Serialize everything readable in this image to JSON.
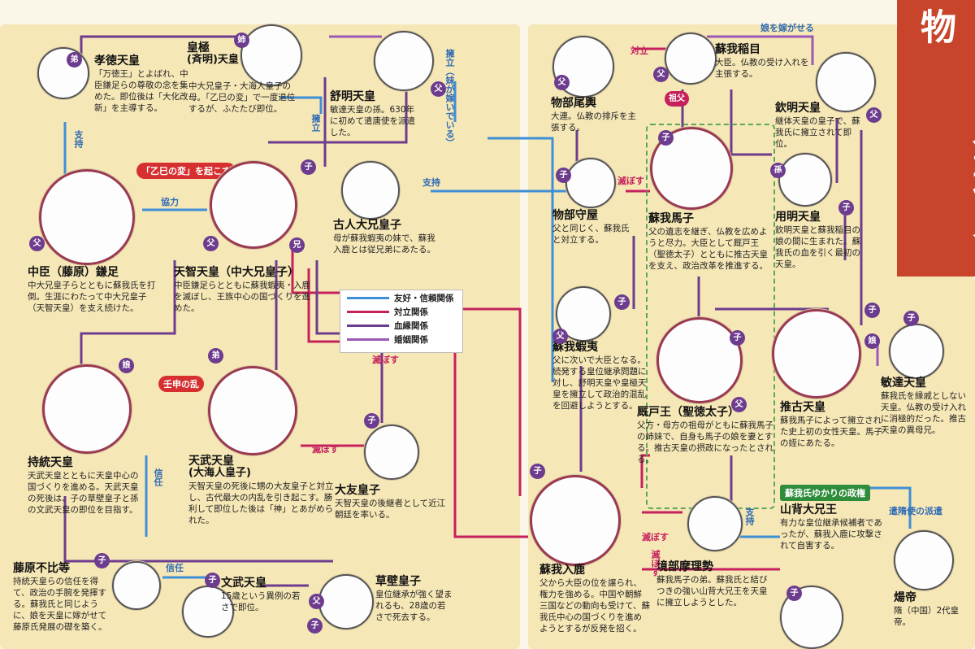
{
  "title": "おもな登場人物",
  "legend": [
    {
      "label": "友好・信頼関係",
      "color": "#3f8fd6"
    },
    {
      "label": "対立関係",
      "color": "#c5215d"
    },
    {
      "label": "血縁関係",
      "color": "#6d3c8e"
    },
    {
      "label": "婚姻関係",
      "color": "#9b59b6"
    }
  ],
  "events": {
    "isshi": "「乙巳の変」を起こす",
    "jinshin": "壬申の乱"
  },
  "group_label": "蘇我氏ゆかりの政権",
  "people": {
    "kotoku": {
      "name": "孝徳天皇",
      "desc": "「万徳王」とよばれ、中臣鎌足らの尊敬の念を集めた。即位後は「大化改新」を主導する。"
    },
    "kogyoku": {
      "name": "皇極",
      "name2": "(斉明)天皇",
      "desc": "中大兄皇子・大海人皇子の母。「乙巳の変」で一度退位するが、ふたたび即位。"
    },
    "jomei": {
      "name": "舒明天皇",
      "desc": "敏達天皇の孫。630年に初めて遣唐使を派遣した。"
    },
    "kamatari": {
      "name": "中臣（藤原）鎌足",
      "desc": "中大兄皇子らとともに蘇我氏を打倒。生涯にわたって中大兄皇子（天智天皇）を支え続けた。"
    },
    "tenji": {
      "name": "天智天皇（中大兄皇子）",
      "desc": "中臣鎌足らとともに蘇我蝦夷・入鹿を滅ぼし、王族中心の国づくりを進めた。"
    },
    "furuhito": {
      "name": "古人大兄皇子",
      "desc": "母が蘇我蝦夷の妹で、蘇我入鹿とは従兄弟にあたる。"
    },
    "jito": {
      "name": "持統天皇",
      "desc": "天武天皇とともに天皇中心の国づくりを進める。天武天皇の死後は、子の草壁皇子と孫の文武天皇の即位を目指す。"
    },
    "tenmu": {
      "name": "天武天皇",
      "name2": "(大海人皇子)",
      "desc": "天智天皇の死後に甥の大友皇子と対立し、古代最大の内乱を引き起こす。勝利して即位した後は「神」とあがめられた。"
    },
    "otomo": {
      "name": "大友皇子",
      "desc": "天智天皇の後継者として近江朝廷を率いる。"
    },
    "fuhito": {
      "name": "藤原不比等",
      "desc": "持統天皇らの信任を得て、政治の手腕を発揮する。蘇我氏と同じように、娘を天皇に嫁がせて藤原氏発展の礎を築く。"
    },
    "monmu": {
      "name": "文武天皇",
      "desc": "15歳という異例の若さで即位。"
    },
    "kusakabe": {
      "name": "草壁皇子",
      "desc": "皇位継承が強く望まれるも、28歳の若さで死去する。"
    },
    "okoshi": {
      "name": "物部尾輿",
      "desc": "大連。仏教の排斥を主張する。"
    },
    "moriya": {
      "name": "物部守屋",
      "desc": "父と同じく、蘇我氏と対立する。"
    },
    "iname": {
      "name": "蘇我稲目",
      "desc": "大臣。仏教の受け入れを主張する。"
    },
    "kinmei": {
      "name": "欽明天皇",
      "desc": "継体天皇の皇子で、蘇我氏に擁立されて即位。"
    },
    "umako": {
      "name": "蘇我馬子",
      "desc": "父の遺志を継ぎ、仏教を広めようと尽力。大臣として厩戸王（聖徳太子）とともに推古天皇を支え、政治改革を推進する。"
    },
    "yomei": {
      "name": "用明天皇",
      "desc": "欽明天皇と蘇我稲目の娘の間に生まれた。蘇我氏の血を引く最初の天皇。"
    },
    "emishi": {
      "name": "蘇我蝦夷",
      "desc": "父に次いで大臣となる。続発する皇位継承問題に対し、舒明天皇や皇極天皇を擁立して政治的混乱を回避しようとする。"
    },
    "umayado": {
      "name": "厩戸王（聖徳太子）",
      "desc": "父方・母方の祖母がともに蘇我馬子の姉妹で、自身も馬子の娘を妻とする。推古天皇の摂政になったとされる。"
    },
    "suiko": {
      "name": "推古天皇",
      "desc": "蘇我馬子によって擁立された史上初の女性天皇。馬子の姪にあたる。"
    },
    "bidatsu": {
      "name": "敏達天皇",
      "desc": "蘇我氏を縁戚としない天皇。仏教の受け入れに消極的だった。推古天皇の異母兄。"
    },
    "iruka": {
      "name": "蘇我入鹿",
      "desc": "父から大臣の位を譲られ、権力を強める。中国や朝鮮三国などの動向も受けて、蘇我氏中心の国づくりを進めようとするが反発を招く。"
    },
    "marise": {
      "name": "境部摩理勢",
      "desc": "蘇我馬子の弟。蘇我氏と結びつきの強い山背大兄王を天皇に擁立しようとした。"
    },
    "yamashiro": {
      "name": "山背大兄王",
      "desc": "有力な皇位継承候補者であったが、蘇我入鹿に攻撃されて自害する。"
    },
    "yodai": {
      "name": "煬帝",
      "desc": "隋（中国）2代皇帝。"
    }
  },
  "relations": {
    "sister": "姉",
    "younger_brother": "弟",
    "older_brother": "兄",
    "child": "子",
    "father": "父",
    "daughter": "娘",
    "grandchild": "孫",
    "grandfather": "祖父",
    "support": "支持",
    "cooperate": "協力",
    "oppose": "対立",
    "destroy": "滅ぼす",
    "trust": "信任",
    "enthrone": "擁立",
    "enthrone_sister": "擁立（妹が嫁いでいる）",
    "marry_daughter": "娘を嫁がせる",
    "envoy": "遣隋使の派遣"
  }
}
